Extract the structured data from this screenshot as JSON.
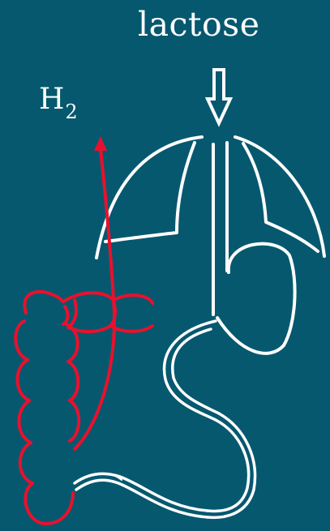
{
  "labels": {
    "input": "lactose",
    "output_base": "H",
    "output_subscript": "2"
  },
  "colors": {
    "background": "#06586f",
    "organ_outline": "#ffffff",
    "gas_path": "#e8112d",
    "colon": "#e8112d"
  },
  "icons": {
    "input_arrow": "hollow-down-arrow-icon",
    "output_arrow": "red-up-arrow-icon"
  }
}
